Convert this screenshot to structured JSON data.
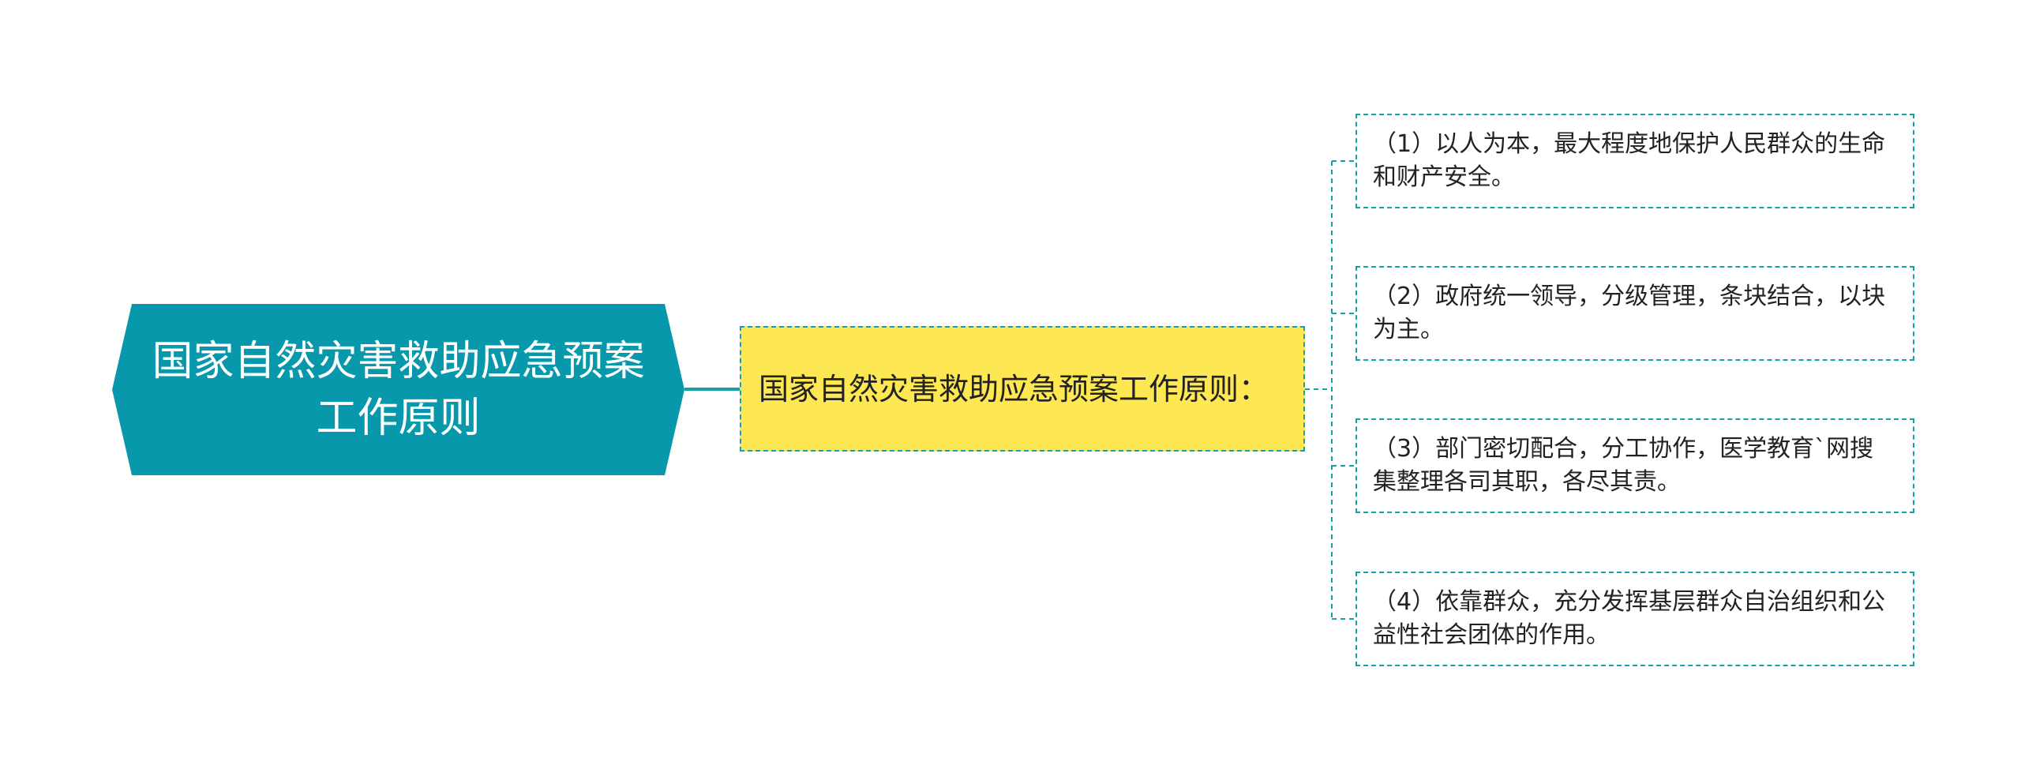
{
  "root": {
    "text": "国家自然灾害救助应急预案工作原则"
  },
  "sub": {
    "text": "国家自然灾害救助应急预案工作原则："
  },
  "leaves": [
    {
      "text": "（1）以人为本，最大程度地保护人民群众的生命和财产安全。"
    },
    {
      "text": "（2）政府统一领导，分级管理，条块结合，以块为主。"
    },
    {
      "text": "（3）部门密切配合，分工协作，医学教育`网搜集整理各司其职，各尽其责。"
    },
    {
      "text": "（4）依靠群众，充分发挥基层群众自治组织和公益性社会团体的作用。"
    }
  ],
  "colors": {
    "root_fill": "#0799ab",
    "connector": "#15a2a6",
    "sub_fill": "#fde753",
    "leaf_fill": "#ffffff"
  }
}
